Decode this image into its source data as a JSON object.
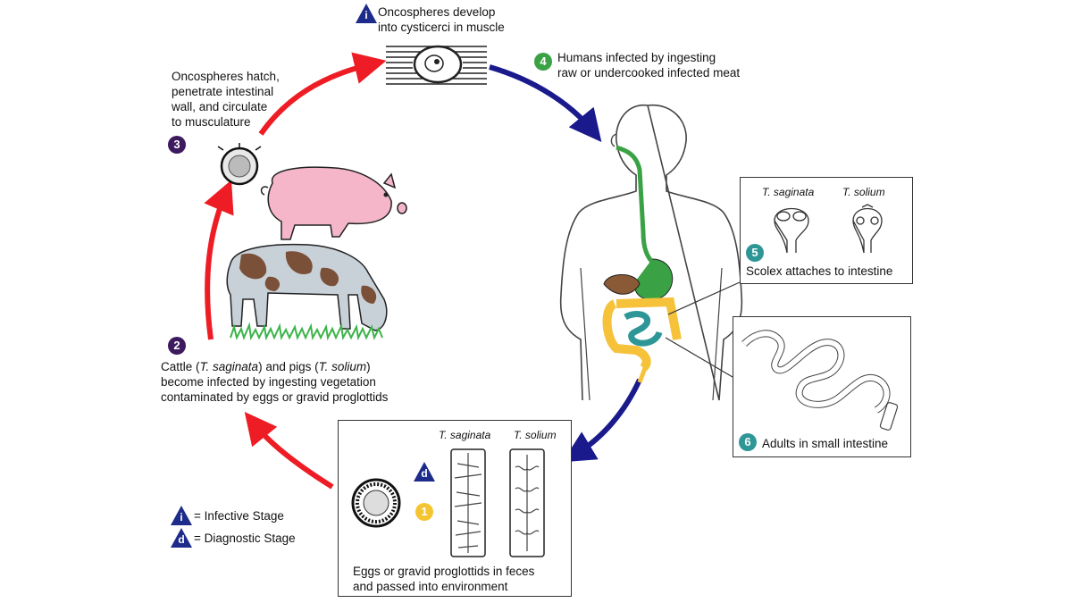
{
  "step1": {
    "number": "1",
    "text_line1": "Eggs or gravid proglottids in feces",
    "text_line2": "and passed into environment",
    "label_saginata": "T. saginata",
    "label_solium": "T. solium"
  },
  "step2": {
    "number": "2",
    "line1_a": "Cattle (",
    "line1_b": "T. saginata",
    "line1_c": ") and pigs (",
    "line1_d": "T. solium",
    "line1_e": ")",
    "line2": "become infected by ingesting vegetation",
    "line3": "contaminated by eggs or gravid proglottids"
  },
  "step3": {
    "number": "3",
    "line1": "Oncospheres hatch,",
    "line2": "penetrate intestinal",
    "line3": "wall, and circulate",
    "line4": "to musculature"
  },
  "infective_top": {
    "line1": "Oncospheres develop",
    "line2": "into cysticerci in muscle"
  },
  "step4": {
    "number": "4",
    "line1": "Humans infected by ingesting",
    "line2": "raw or undercooked infected meat"
  },
  "step5": {
    "number": "5",
    "label_saginata": "T. saginata",
    "label_solium": "T. solium",
    "text": "Scolex attaches to intestine"
  },
  "step6": {
    "number": "6",
    "text": "Adults in small intestine"
  },
  "legend": {
    "infective_symbol": "i",
    "infective_label": "= Infective Stage",
    "diagnostic_symbol": "d",
    "diagnostic_label": "= Diagnostic Stage"
  },
  "colors": {
    "arrow_red": "#ee1c24",
    "arrow_blue": "#1a1a8c",
    "badge_purple": "#3d1a5e",
    "badge_green": "#3aa245",
    "badge_teal": "#2e9696",
    "badge_yellow": "#f4c531",
    "legend_triangle": "#1d2b8a",
    "pig_pink": "#f4b6c8",
    "cow_brown": "#7a5038",
    "cow_grey": "#c8d0d8",
    "grass": "#3cb44a",
    "gut_green": "#3aa245",
    "gut_yellow": "#f5c23a",
    "gut_teal": "#2e9696",
    "liver_brown": "#8a5a36"
  }
}
